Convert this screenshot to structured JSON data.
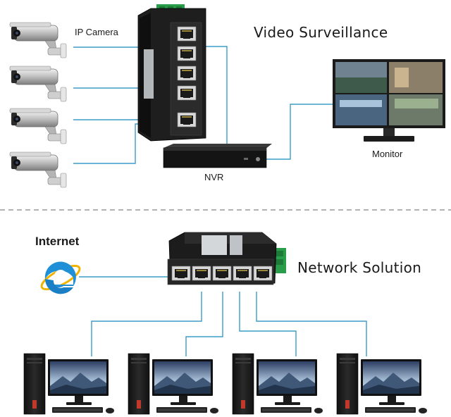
{
  "top_section": {
    "title": "Video Surveillance",
    "camera_label": "IP Camera",
    "recorder_label": "NVR",
    "monitor_label": "Monitor"
  },
  "bottom_section": {
    "title": "Network Solution",
    "internet_label": "Internet"
  },
  "colors": {
    "link_line": "#3d9bc7",
    "divider": "#9a9a9a",
    "device_body": "#1e1e1e",
    "ie_logo": "#1f8fd8"
  },
  "icons": [
    "ip-camera-icon",
    "industrial-switch-icon",
    "nvr-icon",
    "monitor-icon",
    "internet-explorer-icon",
    "desktop-computer-icon"
  ]
}
